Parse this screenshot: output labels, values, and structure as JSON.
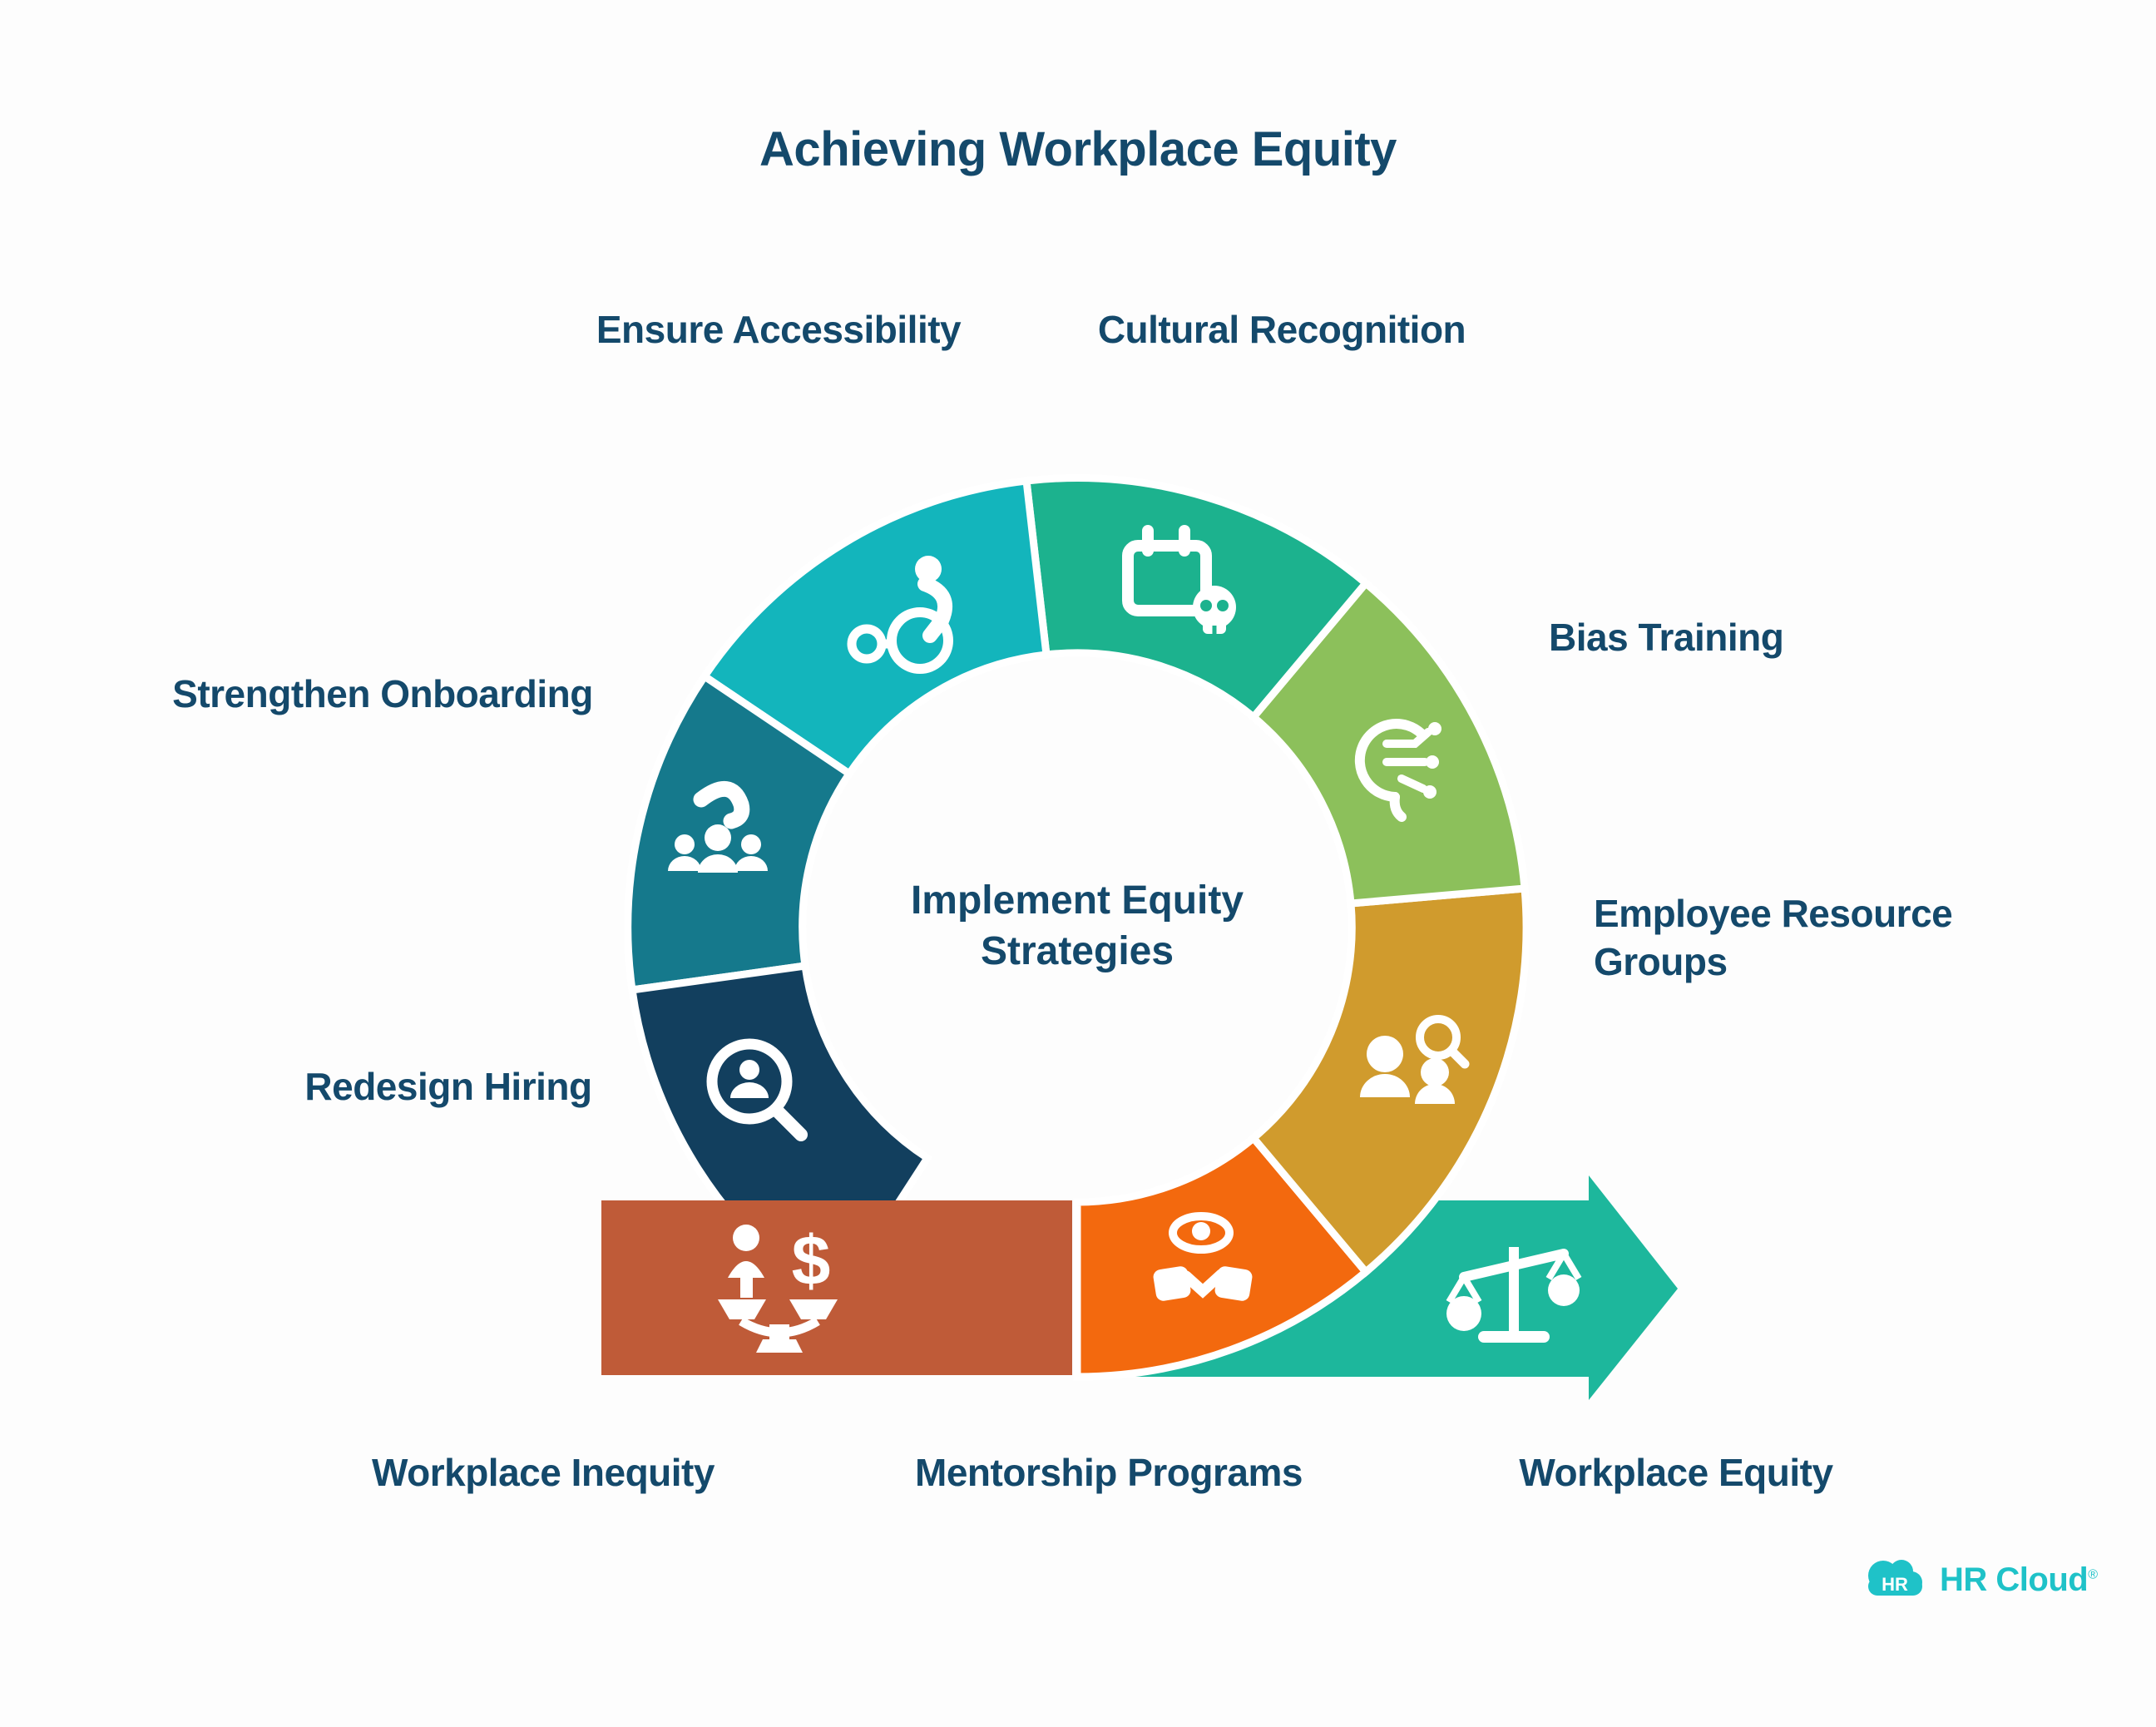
{
  "title": "Achieving Workplace Equity",
  "center_label": {
    "line1": "Implement Equity",
    "line2": "Strategies"
  },
  "segments": [
    {
      "id": "ensure-accessibility",
      "label": "Ensure Accessibility",
      "color": "#13b5bc",
      "icon": "wheelchair-icon"
    },
    {
      "id": "cultural-recognition",
      "label": "Cultural Recognition",
      "color": "#1cb28e",
      "icon": "calendar-skull-icon"
    },
    {
      "id": "bias-training",
      "label": "Bias Training",
      "color": "#8cc05b",
      "icon": "head-circuit-icon"
    },
    {
      "id": "employee-resource-groups",
      "label": "Employee Resource Groups",
      "color": "#d09b2d",
      "icon": "people-magnifier-icon"
    },
    {
      "id": "mentorship-programs",
      "label": "Mentorship Programs",
      "color": "#f3690e",
      "icon": "eye-handshake-icon"
    },
    {
      "id": "workplace-inequity",
      "label": "Workplace Inequity",
      "color": "#bf5b38",
      "icon": "person-dollar-balance-icon"
    },
    {
      "id": "redesign-hiring",
      "label": "Redesign Hiring",
      "color": "#123f5e",
      "icon": "person-magnifier-icon"
    },
    {
      "id": "strengthen-onboarding",
      "label": "Strengthen Onboarding",
      "color": "#15798c",
      "icon": "hand-people-icon"
    }
  ],
  "arrow": {
    "label": "Workplace Equity",
    "color": "#1db79c",
    "icon": "balance-scales-icon"
  },
  "icon_glyphs": {
    "dollar": "$"
  },
  "logo": {
    "badge": "HR",
    "name": "HR Cloud",
    "registered": "®",
    "color": "#1fc2c8"
  },
  "text_color": "#14496b"
}
